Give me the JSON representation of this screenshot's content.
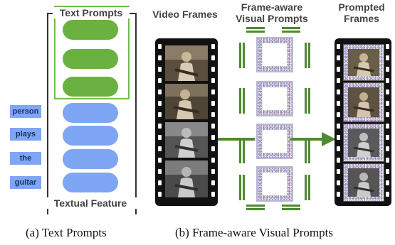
{
  "text_prompts": {
    "title": "Text Prompts",
    "footer": "Textual Feature",
    "words": [
      "person",
      "plays",
      "the",
      "guitar"
    ]
  },
  "visual": {
    "video_frames_label": "Video Frames",
    "visual_prompts_label_line1": "Frame-aware",
    "visual_prompts_label_line2": "Visual Prompts",
    "prompted_frames_line1": "Prompted",
    "prompted_frames_line2": "Frames"
  },
  "captions": {
    "a": "(a) Text Prompts",
    "b": "(b) Frame-aware Visual Prompts"
  },
  "colors": {
    "green": "#6ab142",
    "blue": "#7fa6f4",
    "arrow": "#4f8a2e"
  }
}
